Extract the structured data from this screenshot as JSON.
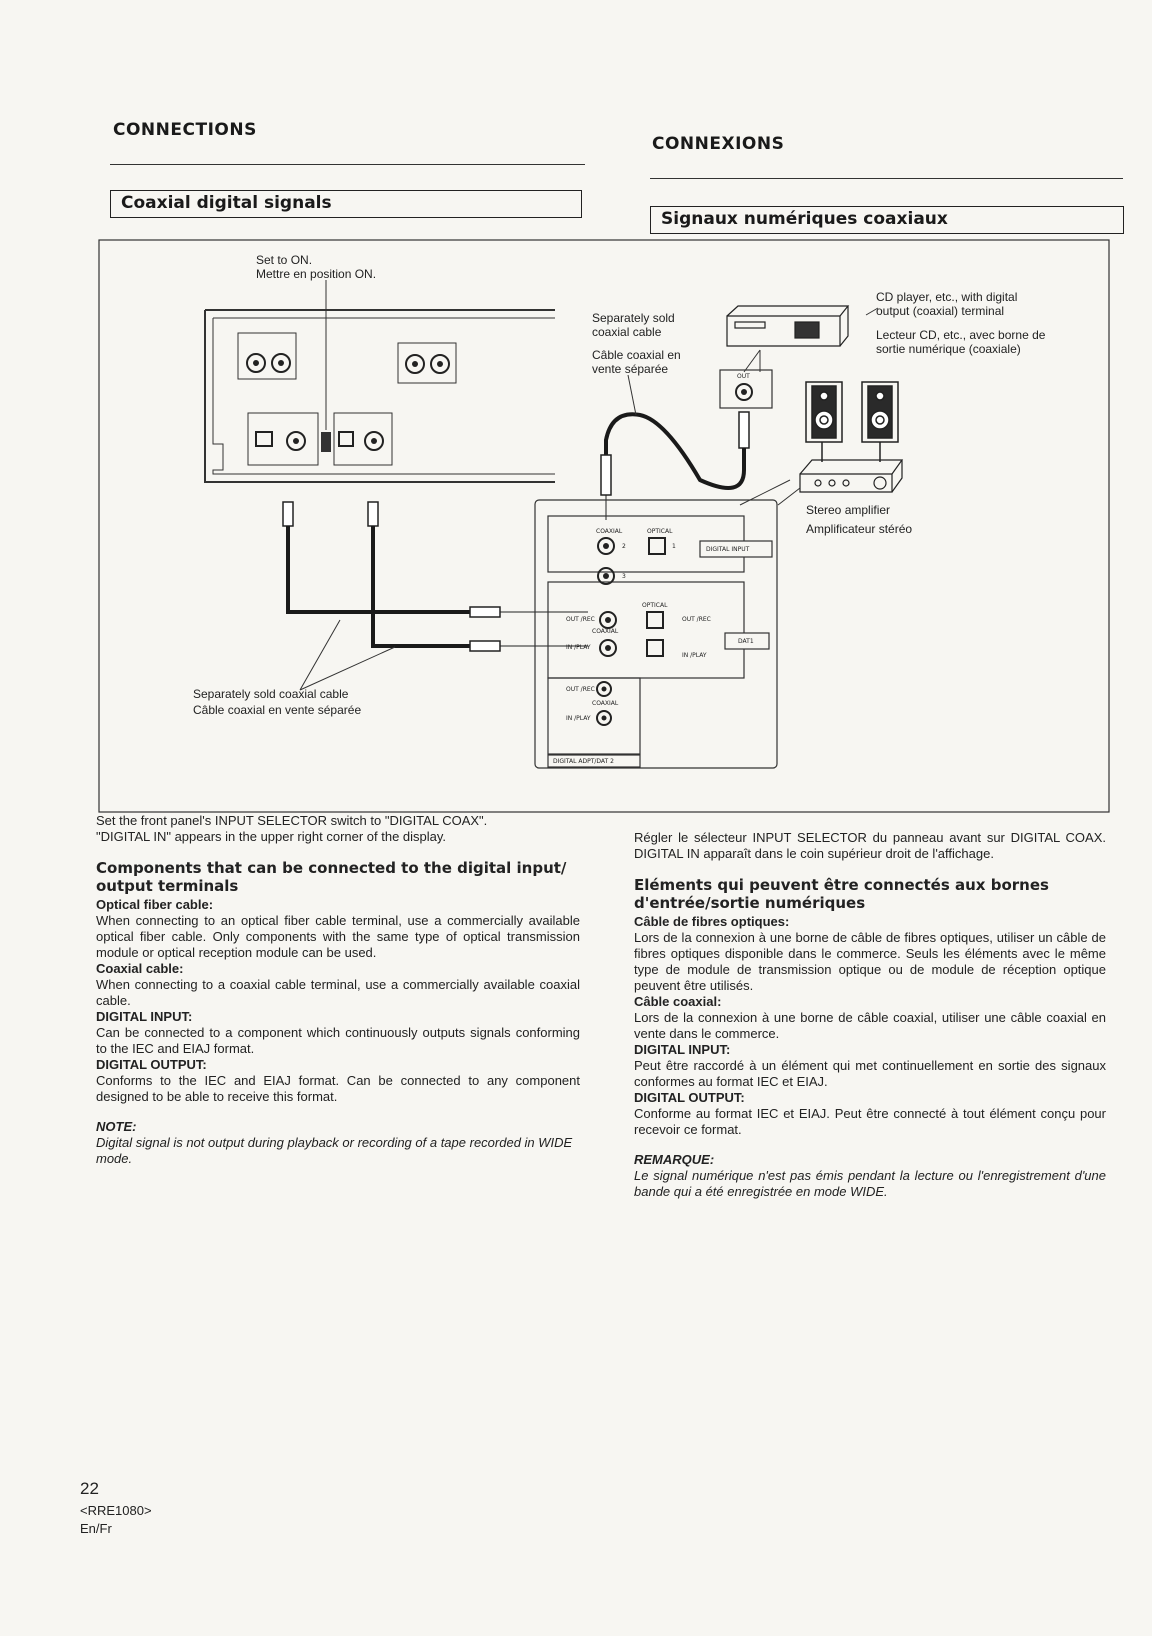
{
  "headers": {
    "en_section": "CONNECTIONS",
    "fr_section": "CONNEXIONS",
    "en_box": "Coaxial digital signals",
    "fr_box": "Signaux numériques coaxiaux"
  },
  "diagram": {
    "set_on_en": "Set to ON.",
    "set_on_fr": "Mettre en position ON.",
    "cable_top_en_1": "Separately sold",
    "cable_top_en_2": "coaxial cable",
    "cable_top_fr_1": "Câble coaxial en",
    "cable_top_fr_2": "vente séparée",
    "cd_en_1": "CD player, etc., with digital",
    "cd_en_2": "output (coaxial) terminal",
    "cd_fr_1": "Lecteur CD, etc., avec borne de",
    "cd_fr_2": "sortie numérique (coaxiale)",
    "amp_en": "Stereo amplifier",
    "amp_fr": "Amplificateur stéréo",
    "cable_bottom_en": "Separately sold coaxial cable",
    "cable_bottom_fr": "Câble coaxial en vente séparée",
    "digital_input_box": "DIGITAL INPUT",
    "dat1_box": "DAT1",
    "digital_adpt_box": "DIGITAL ADPT/DAT 2",
    "out_label": "OUT",
    "coaxial_label": "COAXIAL",
    "optical_label": "OPTICAL",
    "num_1": "1",
    "num_2": "2",
    "num_3": "3",
    "out_rec": "OUT /REC",
    "in_play": "IN /PLAY"
  },
  "english": {
    "intro_1": "Set the front panel's INPUT SELECTOR switch to \"DIGITAL COAX\".",
    "intro_2": "\"DIGITAL IN\" appears in the upper right corner of the display.",
    "components_heading": "Components that can be connected to the digital input/ output terminals",
    "optical_head": "Optical fiber cable:",
    "optical_body": "When connecting to an optical fiber cable terminal, use a commercially available optical fiber cable. Only components with the same type of optical transmission module or optical reception module can be used.",
    "coaxial_head": "Coaxial cable:",
    "coaxial_body": "When connecting to a coaxial cable terminal, use a commercially available coaxial cable.",
    "din_head": "DIGITAL INPUT:",
    "din_body": "Can be connected to a component which continuously outputs signals conforming to the IEC and EIAJ format.",
    "dout_head": "DIGITAL OUTPUT:",
    "dout_body": "Conforms to the IEC and EIAJ format. Can be connected to any component designed to be able to receive this format.",
    "note_head": "NOTE:",
    "note_body": "Digital signal is not output during playback or recording of a tape recorded in WIDE mode."
  },
  "french": {
    "intro": "Régler le sélecteur INPUT SELECTOR du panneau avant sur DIGITAL COAX. DIGITAL IN apparaît dans le coin supérieur droit de l'affichage.",
    "components_heading": "Eléments qui peuvent être connectés aux bornes d'entrée/sortie numériques",
    "optical_head": "Câble de fibres optiques:",
    "optical_body": "Lors de la connexion à une borne de câble de fibres optiques, utiliser un câble de fibres optiques disponible dans le commerce. Seuls les éléments avec le même type de module de transmission optique ou de module de réception optique peuvent être utilisés.",
    "coaxial_head": "Câble coaxial:",
    "coaxial_body": "Lors de la connexion à une borne de câble coaxial, utiliser une câble coaxial en vente dans le commerce.",
    "din_head": "DIGITAL INPUT:",
    "din_body": "Peut être raccordé à un élément qui met continuellement en sortie des signaux conformes au format IEC et EIAJ.",
    "dout_head": "DIGITAL OUTPUT:",
    "dout_body": "Conforme au format IEC et EIAJ. Peut être connecté à tout élément conçu pour recevoir ce format.",
    "note_head": "REMARQUE:",
    "note_body": "Le signal numérique n'est pas émis pendant la lecture ou l'enregistrement d'une bande qui a été enregistrée en mode WIDE."
  },
  "footer": {
    "page": "22",
    "code": "<RRE1080>",
    "lang": "En/Fr"
  }
}
